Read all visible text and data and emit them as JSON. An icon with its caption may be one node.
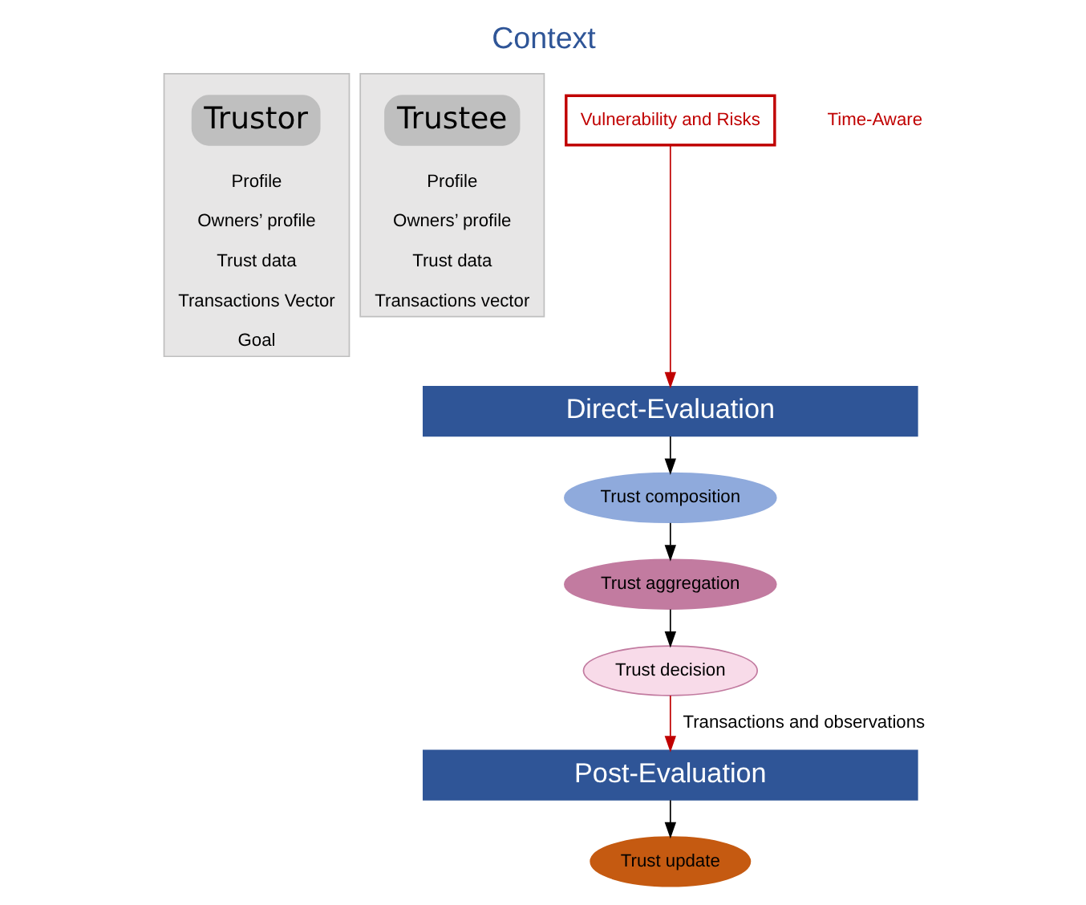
{
  "diagram": {
    "title": "Context",
    "nodes": [
      {
        "text": [
          "Profile",
          "Owners’ profile",
          "Trust data",
          "Transactions Vector",
          "Goal"
        ]
      },
      {
        "text": [
          "Trustor"
        ],
        "in": 0
      },
      {
        "text": [
          "Profile",
          "Owners’ profile",
          "Trust data",
          "Transactions vector"
        ]
      },
      {
        "text": [
          "Trustee"
        ],
        "in": 2
      },
      {
        "text": [
          "Vulnerability and Risks"
        ]
      },
      {
        "text": [
          "Direct-Evaluation"
        ]
      },
      {
        "text": [
          "Trust composition"
        ]
      },
      {
        "text": [
          "Trust aggregation"
        ]
      },
      {
        "text": [
          "Trust decision"
        ]
      },
      {
        "text": [
          "Post-Evaluation"
        ]
      },
      {
        "text": [
          "Trust update"
        ]
      }
    ],
    "edges": [
      {
        "from": 4,
        "to": 5,
        "arrow": "to",
        "color": "#c00000"
      },
      {
        "from": 5,
        "to": 6,
        "arrow": "to"
      },
      {
        "from": 6,
        "to": 7,
        "arrow": "to"
      },
      {
        "from": 7,
        "to": 8,
        "arrow": "to"
      },
      {
        "from": 8,
        "to": 9,
        "arrow": "to",
        "color": "#c00000",
        "label": "Transactions and observations"
      },
      {
        "from": 9,
        "to": 10,
        "arrow": "to"
      }
    ],
    "labels": [
      "Time-Aware"
    ]
  }
}
